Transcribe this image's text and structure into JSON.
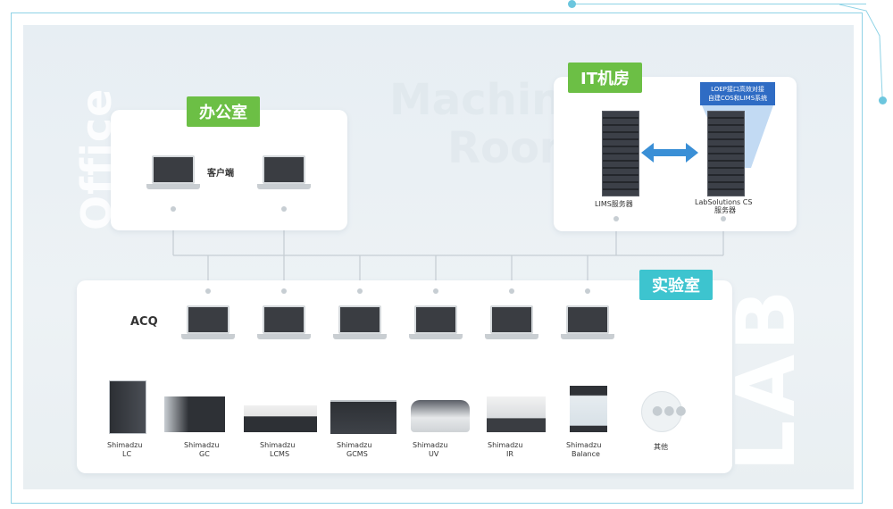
{
  "zones": {
    "office_bg": "Office",
    "machine_room_bg_line1": "Machine",
    "machine_room_bg_line2": "Room",
    "lab_bg": "LAB"
  },
  "office": {
    "tag": "办公室",
    "client_label": "客户端"
  },
  "it_room": {
    "tag": "IT机房",
    "callout_line1": "LOEP接口高效对接",
    "callout_line2": "自建COS和LIMS系统",
    "lims_server_label": "LIMS服务器",
    "labsolutions_label_line1": "LabSolutions CS",
    "labsolutions_label_line2": "服务器"
  },
  "lab": {
    "tag": "实验室",
    "acq_label": "ACQ",
    "instruments": [
      {
        "brand": "Shimadzu",
        "name": "LC"
      },
      {
        "brand": "Shimadzu",
        "name": "GC"
      },
      {
        "brand": "Shimadzu",
        "name": "LCMS"
      },
      {
        "brand": "Shimadzu",
        "name": "GCMS"
      },
      {
        "brand": "Shimadzu",
        "name": "UV"
      },
      {
        "brand": "Shimadzu",
        "name": "IR"
      },
      {
        "brand": "Shimadzu",
        "name": "Balance"
      },
      {
        "brand": "",
        "name": "其他"
      }
    ]
  },
  "colors": {
    "office_tag": "#6cbf45",
    "it_tag": "#6cbf45",
    "lab_tag": "#3dc4cf",
    "arrow": "#3a8fd6",
    "frame": "#8fd3e6"
  }
}
